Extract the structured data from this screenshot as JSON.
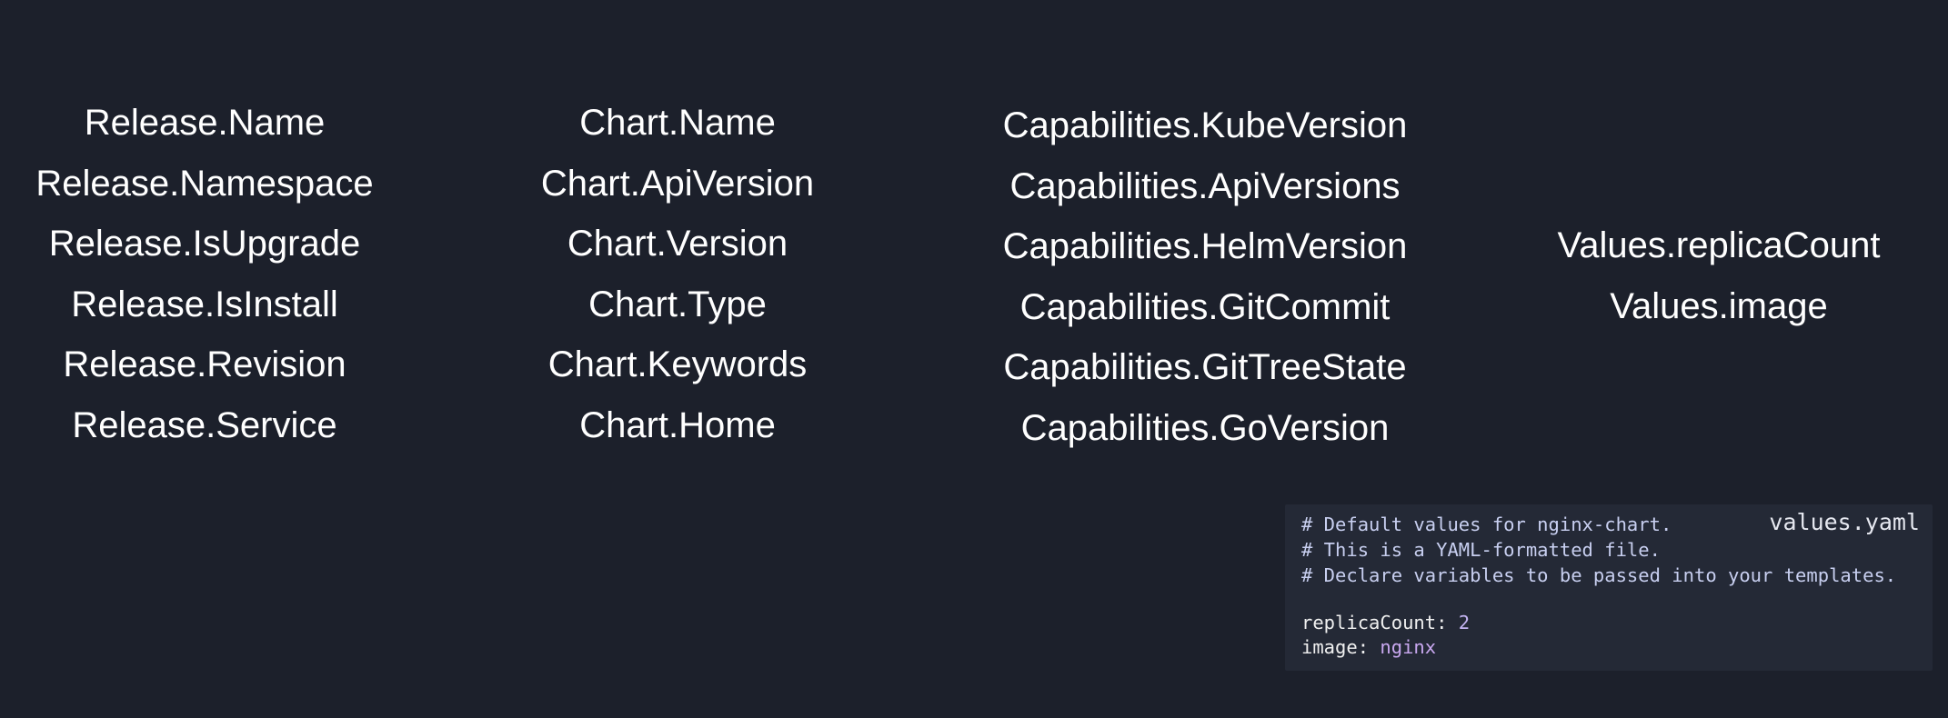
{
  "columns": {
    "release": [
      "Release.Name",
      "Release.Namespace",
      "Release.IsUpgrade",
      "Release.IsInstall",
      "Release.Revision",
      "Release.Service"
    ],
    "chart": [
      "Chart.Name",
      "Chart.ApiVersion",
      "Chart.Version",
      "Chart.Type",
      "Chart.Keywords",
      "Chart.Home"
    ],
    "capabilities": [
      "Capabilities.KubeVersion",
      "Capabilities.ApiVersions",
      "Capabilities.HelmVersion",
      "Capabilities.GitCommit",
      "Capabilities.GitTreeState",
      "Capabilities.GoVersion"
    ],
    "values": [
      "Values.replicaCount",
      "Values.image"
    ]
  },
  "code_panel": {
    "file_label": "values.yaml",
    "comments": [
      "# Default values for nginx-chart.",
      "# This is a YAML-formatted file.",
      "# Declare variables to be passed into your templates."
    ],
    "entries": [
      {
        "key": "replicaCount",
        "value": "2"
      },
      {
        "key": "image",
        "value": "nginx"
      }
    ]
  },
  "colors": {
    "background": "#1c202b",
    "panel_background": "#242936",
    "text": "#ffffff",
    "comment": "#c8cff0",
    "value_accent": "#c4b4f2"
  }
}
